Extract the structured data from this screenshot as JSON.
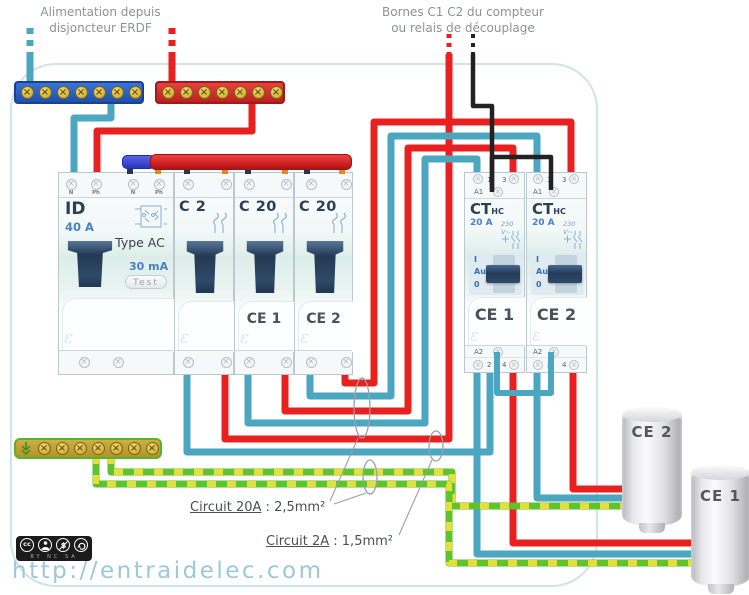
{
  "colors": {
    "wire_red": "#e82020",
    "wire_cyan": "#4ba6c0",
    "wire_black": "#222222",
    "earth_green": "#5ec32f",
    "earth_yellow": "#e6df3a",
    "busbar_red": "#d42222",
    "busbar_blue": "#3742cf",
    "panel_border": "#cfe3ea",
    "module_title": "#2d3e57",
    "accent_blue": "#4a7fc1",
    "watermark": "#9cc8dc",
    "note_text": "#4a5056",
    "top_label": "#8b929b"
  },
  "annotations": {
    "supply": {
      "line1": "Alimentation depuis",
      "line2": "disjoncteur ERDF"
    },
    "meter": {
      "line1": "Bornes C1 C2 du compteur",
      "line2": "ou relais de découplage"
    },
    "circuit20": {
      "label": "Circuit 20A",
      "value": " :  2,5mm²"
    },
    "circuit2": {
      "label": "Circuit 2A",
      "value": " :  1,5mm²"
    }
  },
  "modules": {
    "rcd": {
      "name": "ID",
      "rating": "40 A",
      "type": "Type AC",
      "sensitivity": "30 mA",
      "test": "Test",
      "terminals": [
        "N",
        "Ph",
        "N",
        "Ph"
      ]
    },
    "c2": {
      "name": "C 2"
    },
    "c20a": {
      "name": "C 20",
      "load": "CE 1"
    },
    "c20b": {
      "name": "C 20",
      "load": "CE 2"
    }
  },
  "contactors": {
    "shared": {
      "model": "CT",
      "model_sub": "HC",
      "rating": "20 A",
      "voltage": "230 V~",
      "pos_on": "I",
      "pos_auto": "Auto",
      "pos_off": "0",
      "t_in_left": "1",
      "t_in_right": "3",
      "t_out_left": "2",
      "t_out_right": "4",
      "coil_top": "A1",
      "coil_bottom": "A2"
    },
    "c1": {
      "load": "CE 1"
    },
    "c2": {
      "load": "CE 2"
    }
  },
  "heaters": {
    "ce2": "CE 2",
    "ce1": "CE 1"
  },
  "footer": {
    "url": "http://entraidelec.com",
    "cc": "cc",
    "license_by": "BY",
    "license_nc": "NC",
    "license_sa": "SA"
  }
}
